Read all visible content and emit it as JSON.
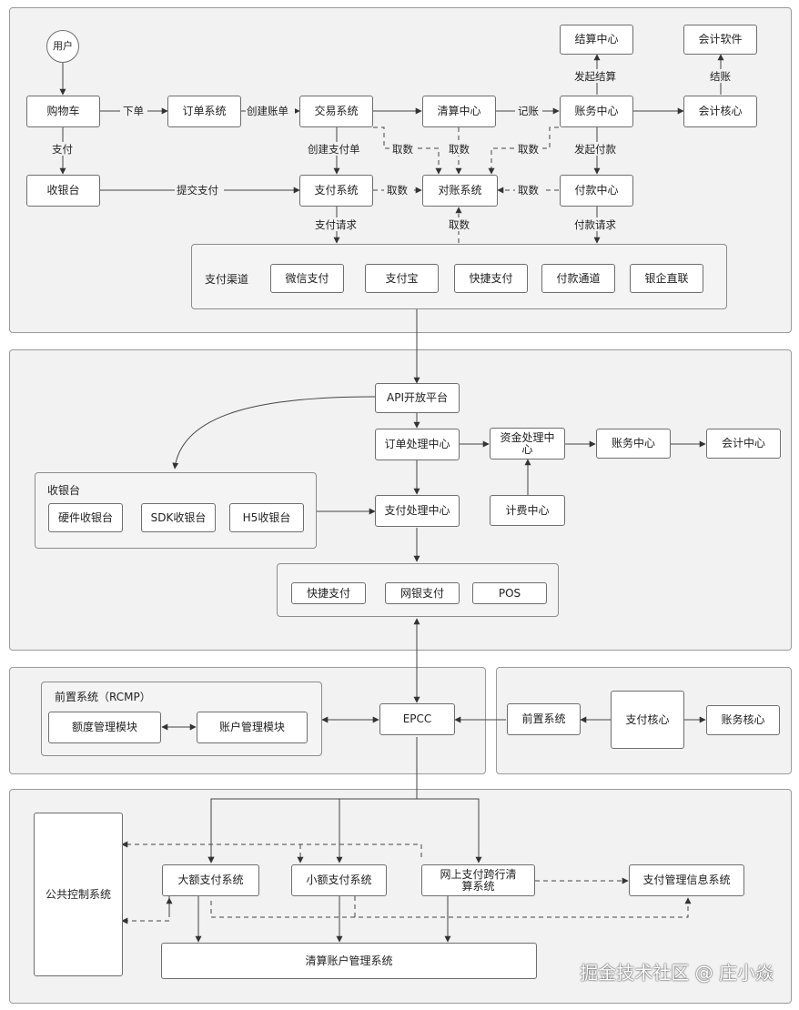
{
  "sections": {
    "p1": "",
    "p2": "",
    "p3a": "",
    "p3b": "",
    "p4": ""
  },
  "nodes": {
    "user": "用户",
    "cart": "购物车",
    "order_sys": "订单系统",
    "trade_sys": "交易系统",
    "clearing_center": "清算中心",
    "account_center_top": "账务中心",
    "settle_center": "结算中心",
    "acct_software": "会计软件",
    "acct_core": "会计核心",
    "cashier_top": "收银台",
    "pay_sys": "支付系统",
    "recon_sys": "对账系统",
    "payout_center": "付款中心",
    "channels_title": "支付渠道",
    "wechat_pay": "微信支付",
    "alipay": "支付宝",
    "quick_pay_top": "快捷支付",
    "payout_channel": "付款通道",
    "bank_direct": "银企直联",
    "api_platform": "API开放平台",
    "order_proc": "订单处理中心",
    "fund_proc": "资金处理中心",
    "account_center_mid": "账务中心",
    "acct_center": "会计中心",
    "fee_center": "计费中心",
    "cashier_group_title": "收银台",
    "hw_cashier": "硬件收银台",
    "sdk_cashier": "SDK收银台",
    "h5_cashier": "H5收银台",
    "pay_proc": "支付处理中心",
    "quick_pay_mid": "快捷支付",
    "ebank_pay": "网银支付",
    "pos": "POS",
    "rcmp_title": "前置系统（RCMP）",
    "quota_module": "额度管理模块",
    "acct_mgmt_module": "账户管理模块",
    "epcc": "EPCC",
    "front_sys": "前置系统",
    "pay_core": "支付核心",
    "acct_core_right": "账务核心",
    "public_control": "公共控制系统",
    "large_pay": "大额支付系统",
    "small_pay": "小额支付系统",
    "online_cross": "网上支付跨行清算系统",
    "pay_mgmt_info": "支付管理信息系统",
    "clearing_acct_mgmt": "清算账户管理系统"
  },
  "edge_labels": {
    "xiadan": "下单",
    "chuangjian_zhangdan": "创建账单",
    "jizhang": "记账",
    "faqi_jiesuan": "发起结算",
    "jiezhang": "结账",
    "zhifu": "支付",
    "chuangjian_zhifudan": "创建支付单",
    "qushu_1": "取数",
    "qushu_2": "取数",
    "qushu_3": "取数",
    "faqi_fukuan": "发起付款",
    "tijiao_zhifu": "提交支付",
    "qushu_4": "取数",
    "qushu_5": "取数",
    "zhifu_qingqiu": "支付请求",
    "qushu_6": "取数",
    "fukuan_qingqiu": "付款请求"
  },
  "watermark": "掘金技术社区 @ 庄小焱"
}
